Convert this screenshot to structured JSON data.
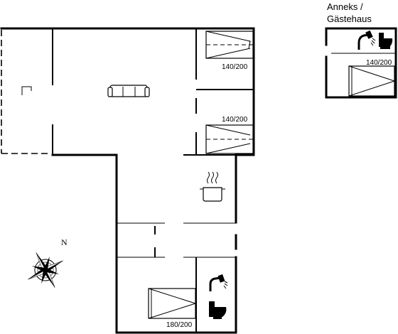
{
  "annex": {
    "title_line1": "Anneks /",
    "title_line2": "Gästehaus"
  },
  "beds": {
    "bed_1": "140/200",
    "bed_2": "140/200",
    "bed_3": "180/200",
    "annex_bed": "140/200"
  },
  "compass": {
    "north_label": "N"
  },
  "icons": {
    "sofa": "sofa-icon",
    "pot": "cooking-pot-icon",
    "shower": "shower-icon",
    "toilet": "toilet-icon",
    "fireplace": "fireplace-icon",
    "compass": "compass-rose-icon"
  },
  "colors": {
    "lines": "#000000",
    "background": "#ffffff"
  }
}
